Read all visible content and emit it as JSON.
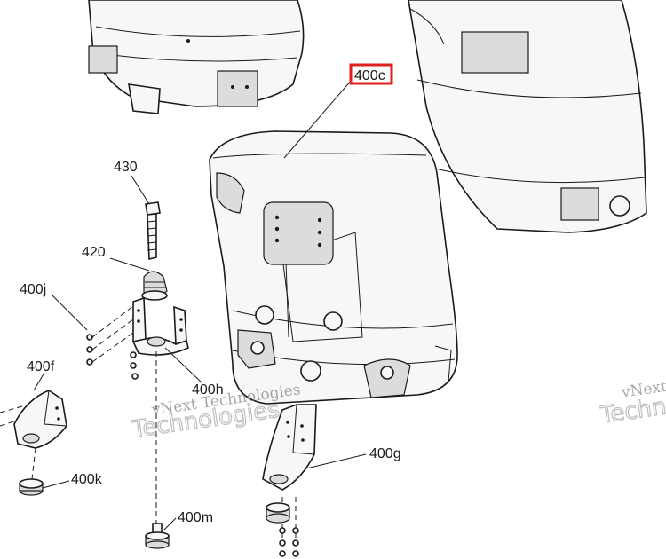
{
  "callouts": [
    {
      "key": "400c",
      "label": "400c",
      "highlight": true
    },
    {
      "key": "430",
      "label": "430"
    },
    {
      "key": "420",
      "label": "420"
    },
    {
      "key": "400j",
      "label": "400j"
    },
    {
      "key": "400f",
      "label": "400f"
    },
    {
      "key": "400h",
      "label": "400h"
    },
    {
      "key": "400g",
      "label": "400g"
    },
    {
      "key": "400k",
      "label": "400k"
    },
    {
      "key": "400m",
      "label": "400m"
    }
  ],
  "watermark": {
    "line1": "vNext Technologies",
    "line2": "Technologies",
    "right_line1": "vNext",
    "right_line2": "Techn"
  },
  "colors": {
    "line": "#1a1a1a",
    "part_fill": "#f7f7f7",
    "highlight_box": "#e0201b"
  }
}
